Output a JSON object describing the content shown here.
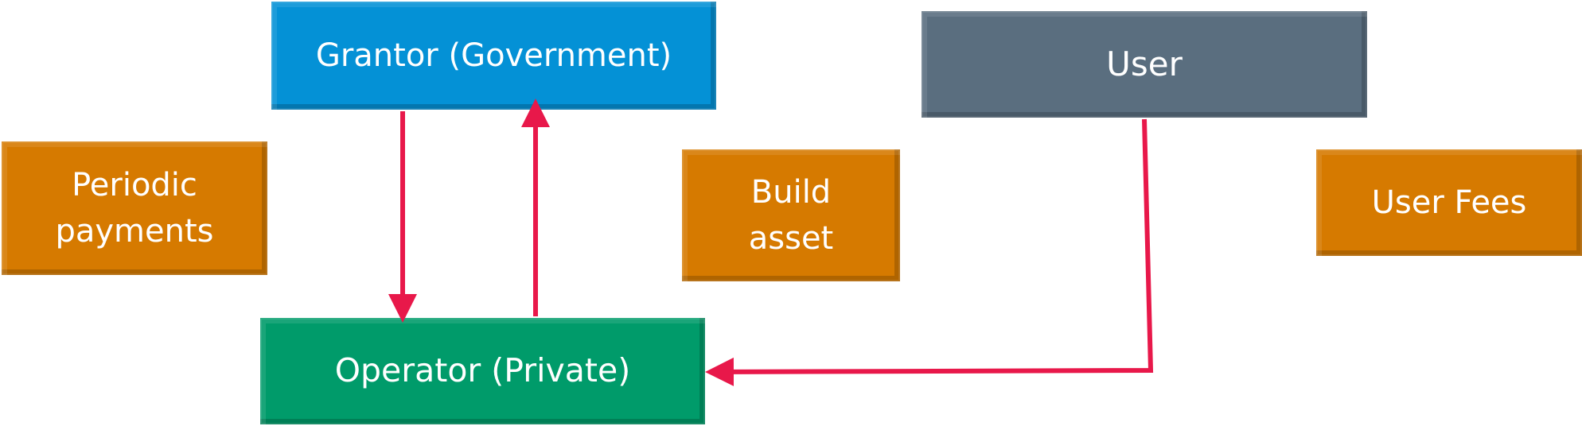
{
  "diagram": {
    "nodes": {
      "grantor": {
        "label": "Grantor (Government)",
        "color": "#0491d6"
      },
      "user": {
        "label": "User",
        "color": "#5a6e7f"
      },
      "periodic_payments": {
        "label": "Periodic\npayments",
        "color": "#d67a00"
      },
      "build_asset": {
        "label": "Build\nasset",
        "color": "#d67a00"
      },
      "user_fees": {
        "label": "User Fees",
        "color": "#d67a00"
      },
      "operator": {
        "label": "Operator (Private)",
        "color": "#009b6a"
      }
    },
    "edges": [
      {
        "from": "grantor",
        "to": "operator",
        "meaning": "Periodic payments"
      },
      {
        "from": "operator",
        "to": "grantor",
        "meaning": "Build asset"
      },
      {
        "from": "user",
        "to": "operator",
        "meaning": "User Fees"
      }
    ],
    "arrow_color": "#e8184a"
  }
}
